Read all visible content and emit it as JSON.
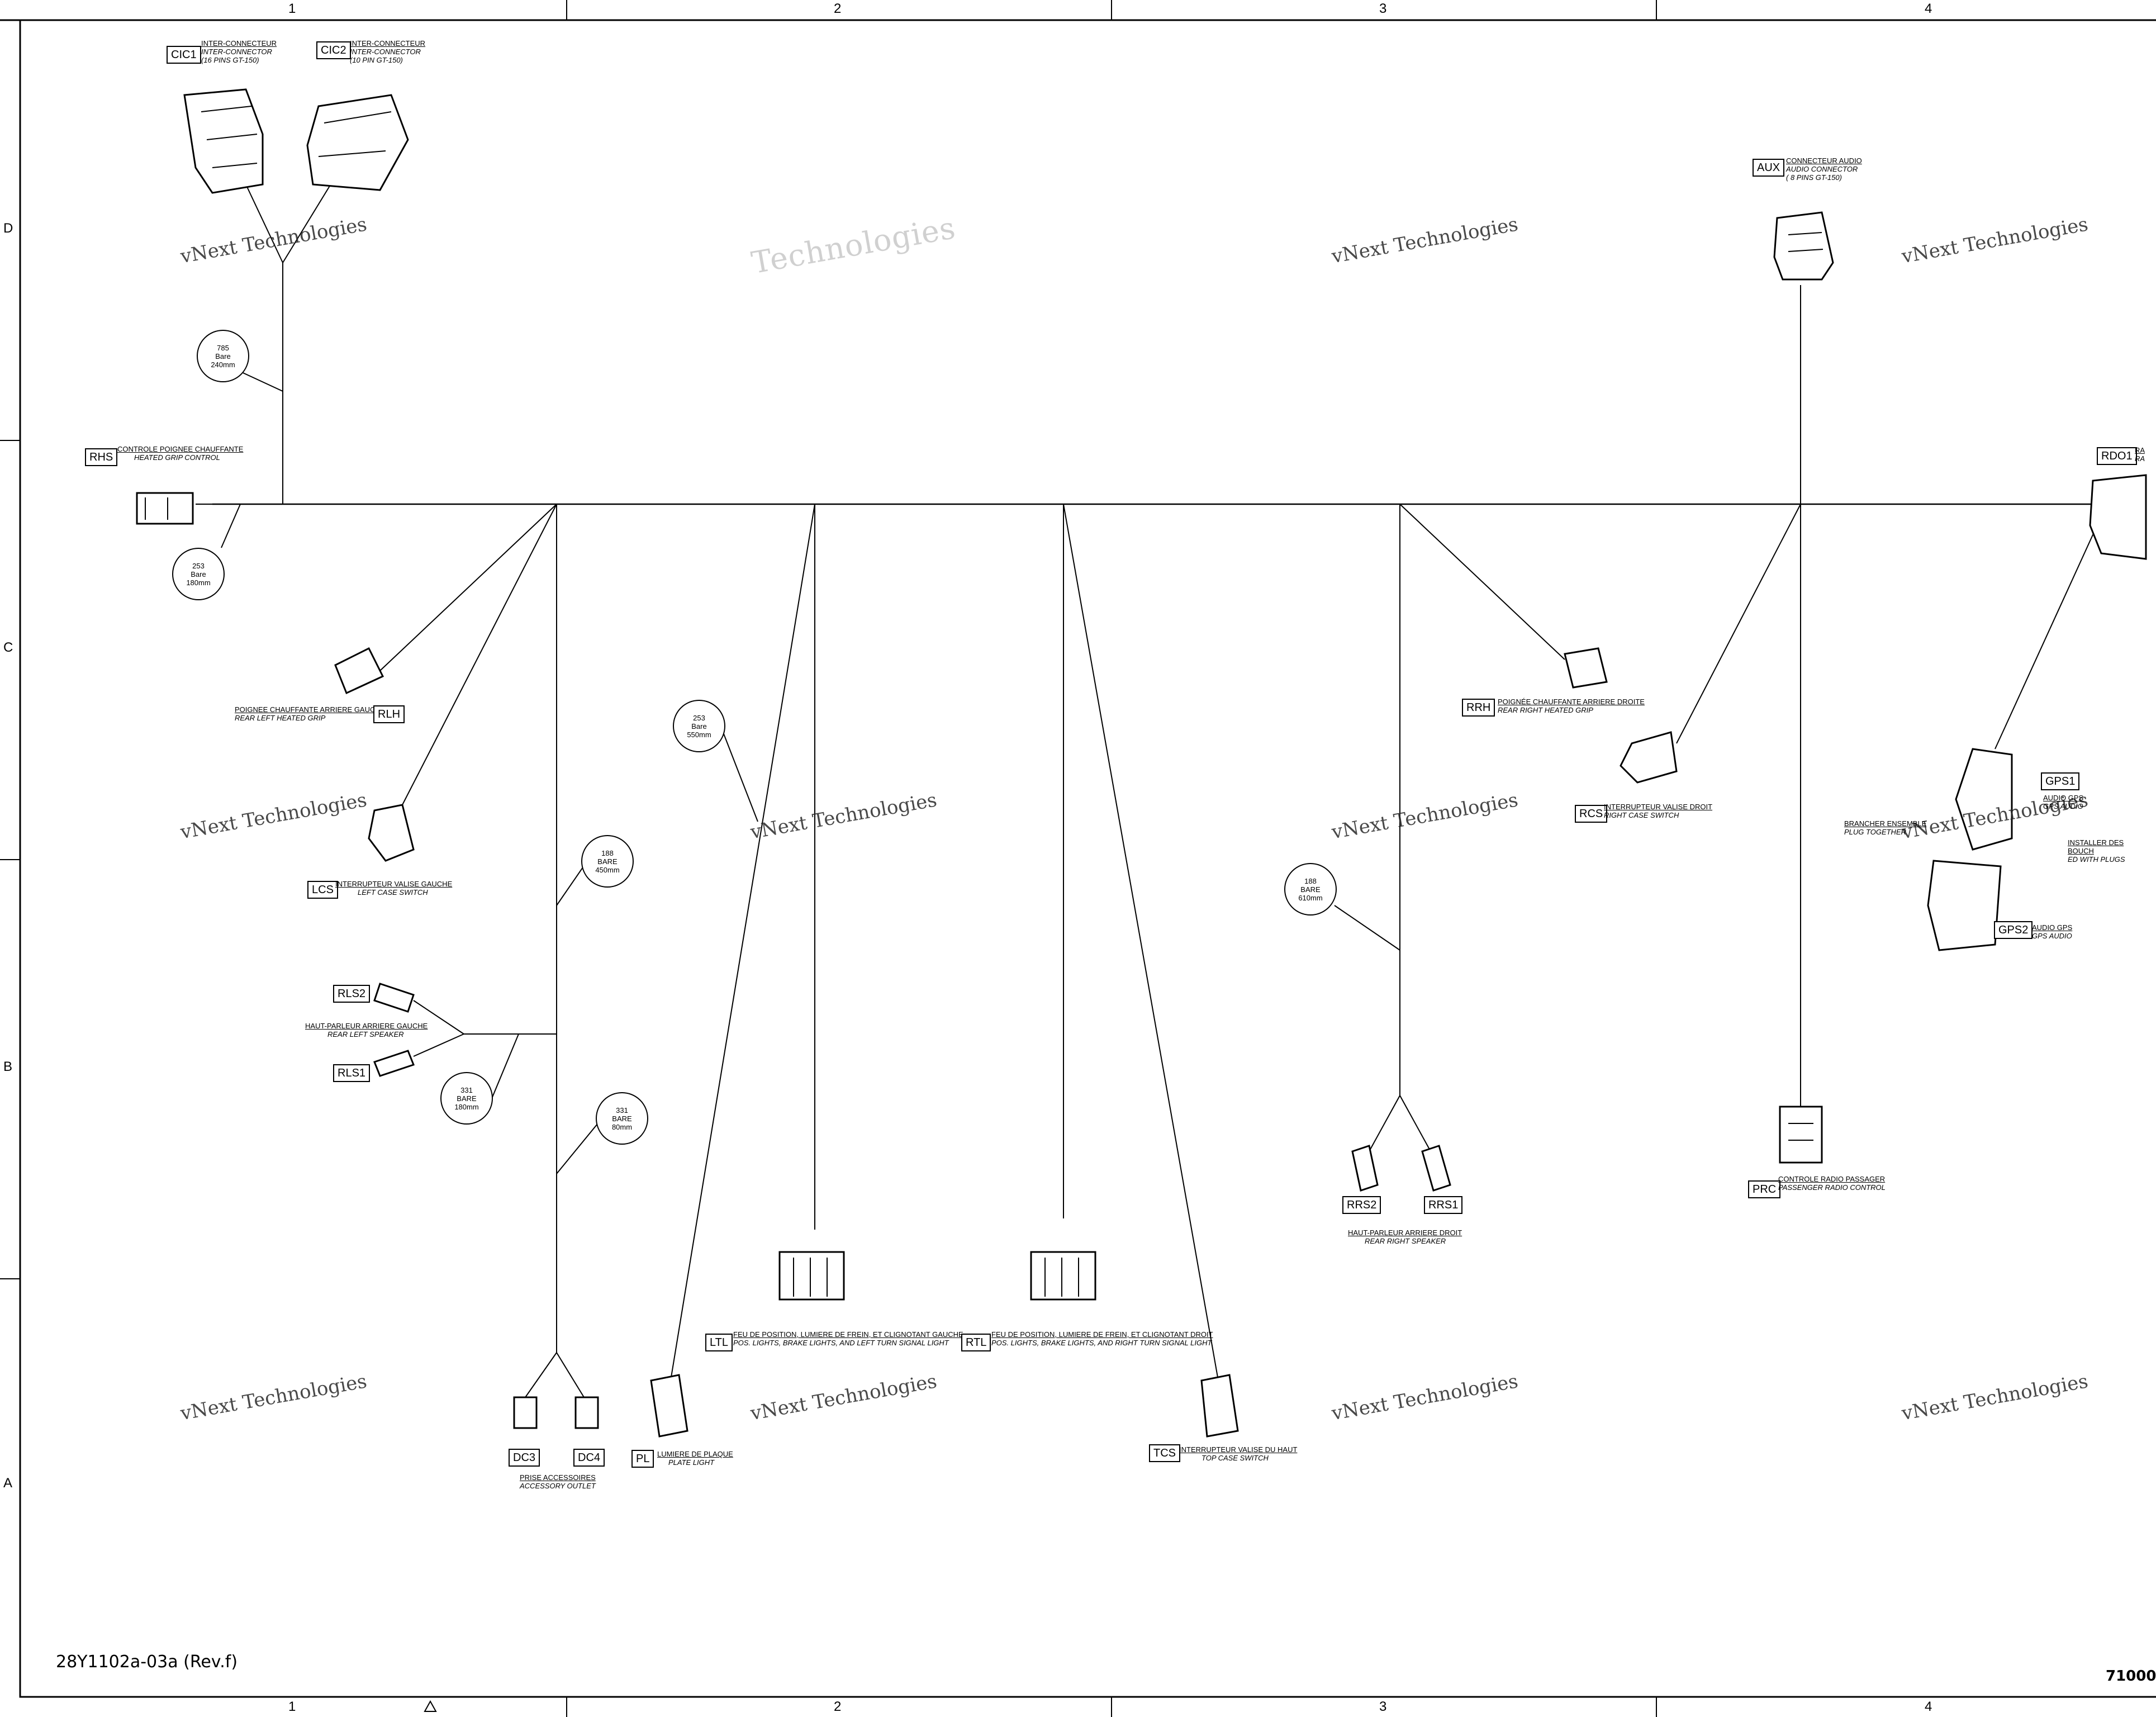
{
  "document": {
    "reference": "28Y1102a-03a  (Rev.f)",
    "code": "71000"
  },
  "grid": {
    "columns": [
      "1",
      "2",
      "3",
      "4"
    ],
    "rows": [
      "D",
      "C",
      "B",
      "A"
    ]
  },
  "watermark": {
    "line1": "vNext",
    "line2": "Technologies",
    "line3": "vNext Technologies"
  },
  "connectors": {
    "cic1": {
      "code": "CIC1",
      "fr": "INTER-CONNECTEUR",
      "en": "INTER-CONNECTOR",
      "spec": "(16 PINS GT-150)"
    },
    "cic2": {
      "code": "CIC2",
      "fr": "INTER-CONNECTEUR",
      "en": "INTER-CONNECTOR",
      "spec": "(10 PIN GT-150)"
    },
    "aux": {
      "code": "AUX",
      "fr": "CONNECTEUR AUDIO",
      "en": "AUDIO CONNECTOR",
      "spec": "( 8 PINS GT-150)"
    },
    "rhs": {
      "code": "RHS",
      "fr": "CONTROLE POIGNEE CHAUFFANTE",
      "en": "HEATED GRIP CONTROL"
    },
    "rdo1": {
      "code": "RDO1",
      "fr": "RA",
      "en": "RA"
    },
    "rlh": {
      "code": "RLH",
      "fr": "POIGNEE CHAUFFANTE ARRIERE GAUCHE",
      "en": "REAR LEFT HEATED GRIP"
    },
    "rrh": {
      "code": "RRH",
      "fr": "POIGNÉE CHAUFFANTE ARRIERE DROITE",
      "en": "REAR RIGHT HEATED GRIP"
    },
    "rcs": {
      "code": "RCS",
      "fr": "INTERRUPTEUR VALISE DROIT",
      "en": "RIGHT CASE SWITCH"
    },
    "gps1": {
      "code": "GPS1",
      "fr": "AUDIO GPS",
      "en": "GPS AUDIO"
    },
    "gps2": {
      "code": "GPS2",
      "fr": "AUDIO GPS",
      "en": "GPS AUDIO"
    },
    "plug": {
      "fr": "BRANCHER ENSEMBLE",
      "en": "PLUG TOGETHER",
      "extra1": "INSTALLER DES BOUCH",
      "extra2": "ED WITH PLUGS"
    },
    "lcs": {
      "code": "LCS",
      "fr": "INTERRUPTEUR VALISE GAUCHE",
      "en": "LEFT CASE SWITCH"
    },
    "rls2": {
      "code": "RLS2"
    },
    "rls1": {
      "code": "RLS1"
    },
    "rls": {
      "fr": "HAUT-PARLEUR ARRIERE GAUCHE",
      "en": "REAR LEFT SPEAKER"
    },
    "rrs2": {
      "code": "RRS2"
    },
    "rrs1": {
      "code": "RRS1"
    },
    "rrs": {
      "fr": "HAUT-PARLEUR ARRIERE DROIT",
      "en": "REAR RIGHT SPEAKER"
    },
    "prc": {
      "code": "PRC",
      "fr": "CONTROLE RADIO PASSAGER",
      "en": "PASSENGER RADIO CONTROL"
    },
    "ltl": {
      "code": "LTL",
      "fr": "FEU DE POSITION, LUMIERE DE FREIN, ET CLIGNOTANT GAUCHE",
      "en": "POS. LIGHTS, BRAKE LIGHTS, AND LEFT TURN SIGNAL LIGHT"
    },
    "rtl": {
      "code": "RTL",
      "fr": "FEU DE POSITION, LUMIERE DE FREIN, ET CLIGNOTANT DROIT",
      "en": "POS. LIGHTS, BRAKE LIGHTS, AND RIGHT TURN SIGNAL LIGHT"
    },
    "dc3": {
      "code": "DC3"
    },
    "dc4": {
      "code": "DC4"
    },
    "dc": {
      "fr": "PRISE ACCESSOIRES",
      "en": "ACCESSORY OUTLET"
    },
    "pl": {
      "code": "PL",
      "fr": "LUMIERE DE PLAQUE",
      "en": "PLATE LIGHT"
    },
    "tcs": {
      "code": "TCS",
      "fr": "INTERRUPTEUR VALISE  DU HAUT",
      "en": "TOP CASE  SWITCH"
    }
  },
  "wire_callouts": {
    "c785": [
      "785",
      "Bare",
      "240mm"
    ],
    "c253a": [
      "253",
      "Bare",
      "180mm"
    ],
    "c253b": [
      "253",
      "Bare",
      "550mm"
    ],
    "c188a": [
      "188",
      "BARE",
      "450mm"
    ],
    "c331a": [
      "331",
      "BARE",
      "180mm"
    ],
    "c331b": [
      "331",
      "BARE",
      "80mm"
    ],
    "c188b": [
      "188",
      "BARE",
      "610mm"
    ]
  }
}
